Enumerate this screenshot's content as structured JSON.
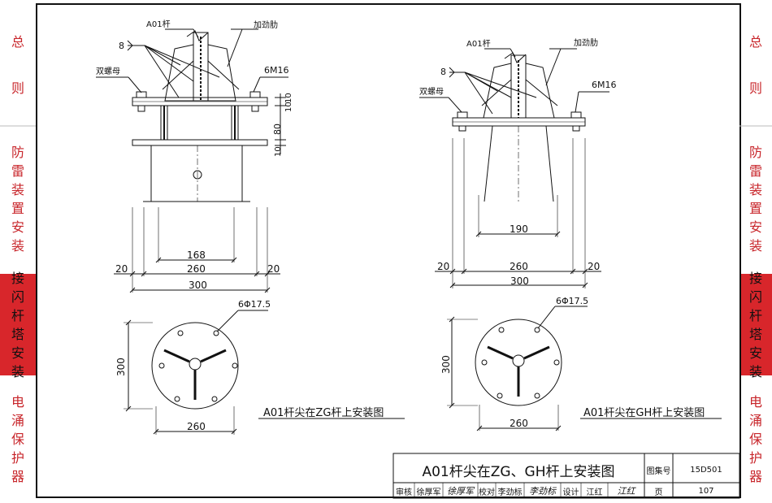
{
  "side_left": [
    {
      "label": "总则",
      "chars": [
        "总",
        "则"
      ],
      "active": false
    },
    {
      "label": "防雷装置安装",
      "chars": [
        "防",
        "雷",
        "装",
        "置",
        "安",
        "装"
      ],
      "active": false
    },
    {
      "label": "接闪杆塔安装",
      "chars": [
        "接",
        "闪",
        "杆",
        "塔",
        "安",
        "装"
      ],
      "active": true
    },
    {
      "label": "电涌保护器",
      "chars": [
        "电",
        "涌",
        "保",
        "护",
        "器"
      ],
      "active": false
    }
  ],
  "side_right": [
    {
      "label": "总则",
      "chars": [
        "总",
        "则"
      ],
      "active": false
    },
    {
      "label": "防雷装置安装",
      "chars": [
        "防",
        "雷",
        "装",
        "置",
        "安",
        "装"
      ],
      "active": false
    },
    {
      "label": "接闪杆塔安装",
      "chars": [
        "接",
        "闪",
        "杆",
        "塔",
        "安",
        "装"
      ],
      "active": true
    },
    {
      "label": "电涌保护器",
      "chars": [
        "电",
        "涌",
        "保",
        "护",
        "器"
      ],
      "active": false
    }
  ],
  "colors": {
    "accent_red": "#d8262b",
    "tab_text_red": "#c8262b",
    "line": "#111111"
  },
  "drawing_left": {
    "rod_label": "A01杆",
    "rib_label": "加劲肋",
    "weld_label": "8",
    "nut_label": "双螺母",
    "bolt_label": "6M16",
    "dim_10a": "10",
    "dim_10b": "10",
    "dim_80": "80",
    "dim_10c": "10",
    "dim_inner": "168",
    "dim_20_left": "20",
    "dim_260": "260",
    "dim_20_right": "20",
    "dim_300": "300",
    "plan_holes": "6Φ17.5",
    "plan_300": "300",
    "plan_260": "260",
    "caption": "A01杆尖在ZG杆上安装图"
  },
  "drawing_right": {
    "rod_label": "A01杆",
    "rib_label": "加劲肋",
    "weld_label": "8",
    "nut_label": "双螺母",
    "bolt_label": "6M16",
    "dim_inner": "190",
    "dim_20_left": "20",
    "dim_260": "260",
    "dim_20_right": "20",
    "dim_300": "300",
    "plan_holes": "6Φ17.5",
    "plan_300": "300",
    "plan_260": "260",
    "caption": "A01杆尖在GH杆上安装图"
  },
  "title_block": {
    "title": "A01杆尖在ZG、GH杆上安装图",
    "atlas_label": "图集号",
    "atlas_no": "15D501",
    "page_label": "页",
    "page_no": "107",
    "review_label": "审核",
    "reviewer": "徐厚军",
    "reviewer_sig": "徐厚军",
    "check_label": "校对",
    "checker": "李劲标",
    "checker_sig": "李劲标",
    "design_label": "设计",
    "designer": "江红",
    "designer_sig": "江红"
  }
}
